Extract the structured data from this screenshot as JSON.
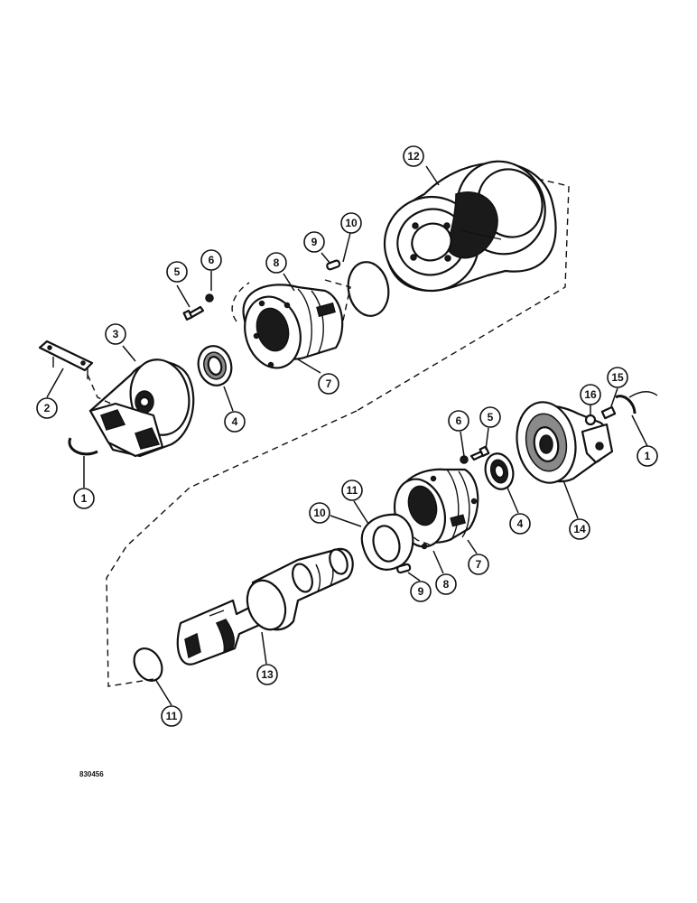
{
  "callouts": [
    {
      "id": "c12",
      "label": "12"
    },
    {
      "id": "c10a",
      "label": "10"
    },
    {
      "id": "c9a",
      "label": "9"
    },
    {
      "id": "c8a",
      "label": "8"
    },
    {
      "id": "c6a",
      "label": "6"
    },
    {
      "id": "c5a",
      "label": "5"
    },
    {
      "id": "c3",
      "label": "3"
    },
    {
      "id": "c2",
      "label": "2"
    },
    {
      "id": "c4a",
      "label": "4"
    },
    {
      "id": "c7a",
      "label": "7"
    },
    {
      "id": "c1a",
      "label": "1"
    },
    {
      "id": "c15",
      "label": "15"
    },
    {
      "id": "c16",
      "label": "16"
    },
    {
      "id": "c1b",
      "label": "1"
    },
    {
      "id": "c6b",
      "label": "6"
    },
    {
      "id": "c5b",
      "label": "5"
    },
    {
      "id": "c11a",
      "label": "11"
    },
    {
      "id": "c10b",
      "label": "10"
    },
    {
      "id": "c4b",
      "label": "4"
    },
    {
      "id": "c14",
      "label": "14"
    },
    {
      "id": "c7b",
      "label": "7"
    },
    {
      "id": "c8b",
      "label": "8"
    },
    {
      "id": "c9b",
      "label": "9"
    },
    {
      "id": "c13",
      "label": "13"
    },
    {
      "id": "c11b",
      "label": "11"
    }
  ],
  "drawing_code": "830456"
}
